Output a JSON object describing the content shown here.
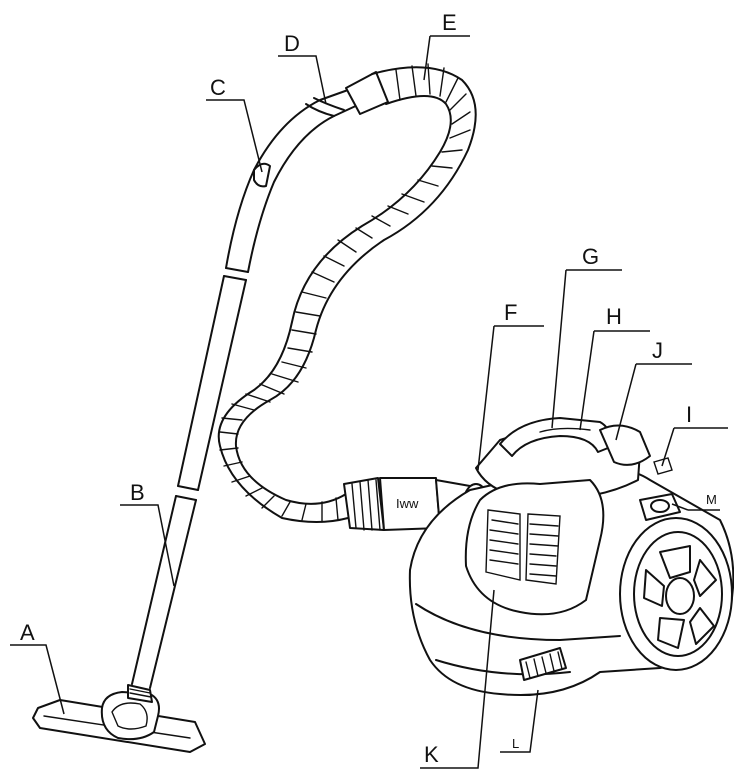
{
  "parts": [
    {
      "id": "A",
      "label": "A"
    },
    {
      "id": "B",
      "label": "B"
    },
    {
      "id": "C",
      "label": "C"
    },
    {
      "id": "D",
      "label": "D"
    },
    {
      "id": "E",
      "label": "E"
    },
    {
      "id": "F",
      "label": "F"
    },
    {
      "id": "G",
      "label": "G"
    },
    {
      "id": "H",
      "label": "H"
    },
    {
      "id": "I",
      "label": "I"
    },
    {
      "id": "J",
      "label": "J"
    },
    {
      "id": "K",
      "label": "K"
    },
    {
      "id": "L",
      "label": "L"
    },
    {
      "id": "M",
      "label": "M"
    }
  ],
  "hose_text": "Iww"
}
